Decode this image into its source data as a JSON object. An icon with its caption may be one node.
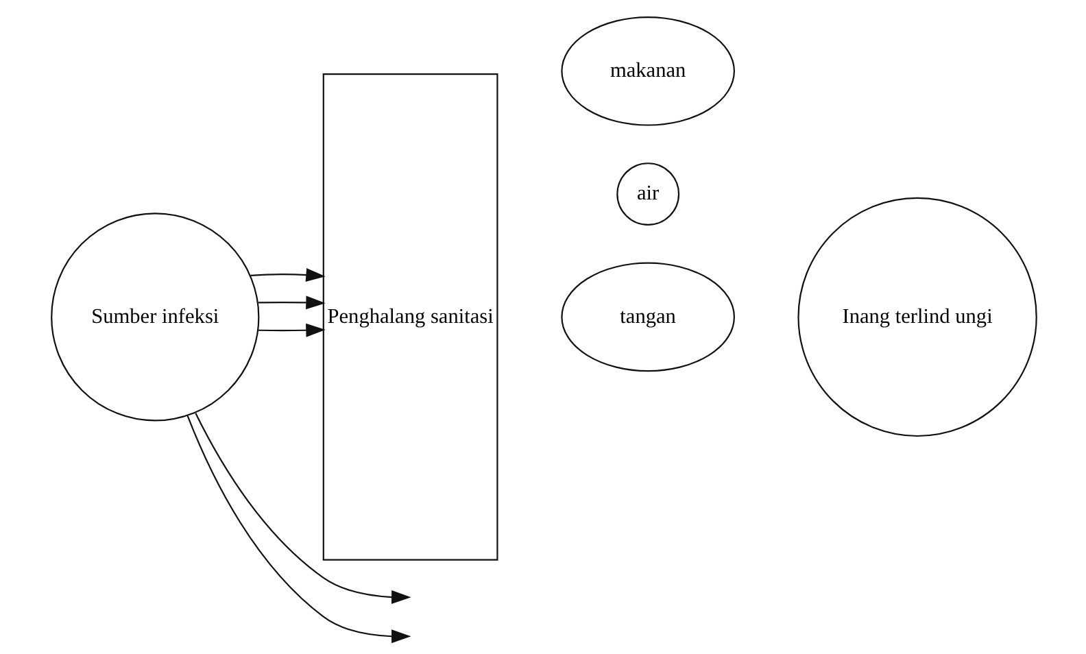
{
  "diagram": {
    "nodes": [
      {
        "text": [
          "Sumber infeksi"
        ]
      },
      {
        "text": [
          "Penghalang sanitasi"
        ]
      },
      {
        "text": [
          "air"
        ]
      },
      {
        "text": [
          "tangan"
        ]
      },
      {
        "text": [
          "makanan"
        ]
      },
      {
        "text": [
          "Inang terlind ungi"
        ]
      }
    ],
    "edges": [
      {
        "from": 0,
        "to": null,
        "arrow": "to"
      },
      {
        "from": 0,
        "to": 1,
        "arrow": "to"
      },
      {
        "from": 0,
        "to": 1,
        "arrow": "to"
      },
      {
        "from": 0,
        "to": 1,
        "arrow": "to"
      },
      {
        "from": 0,
        "to": null,
        "arrow": "to"
      }
    ]
  }
}
